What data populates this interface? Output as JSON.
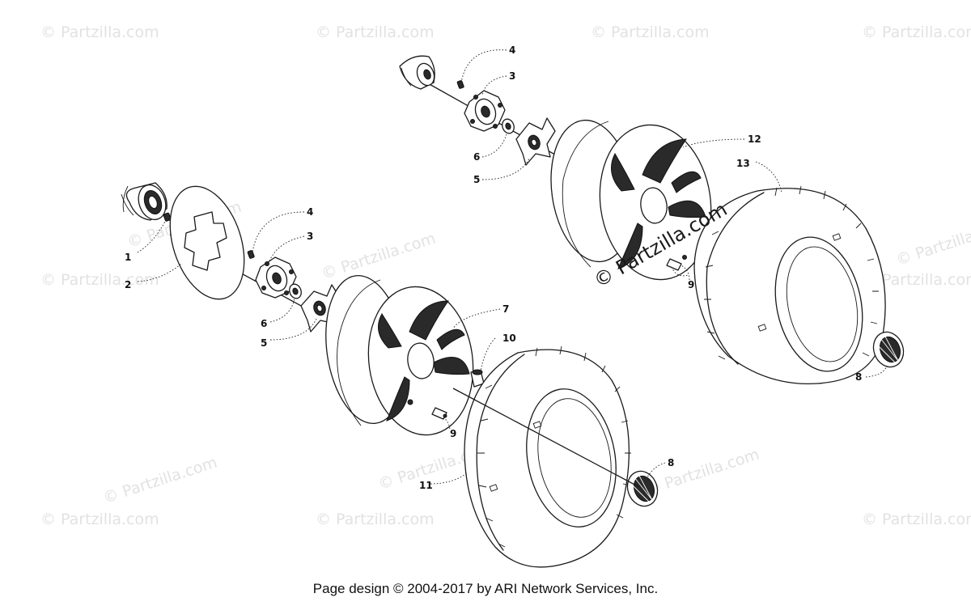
{
  "watermark": {
    "text": "© Partzilla.com",
    "center_text": "© Partzilla.com"
  },
  "callouts": {
    "c1": "1",
    "c2": "2",
    "c3a": "3",
    "c3b": "3",
    "c4a": "4",
    "c4b": "4",
    "c5a": "5",
    "c5b": "5",
    "c6a": "6",
    "c6b": "6",
    "c7": "7",
    "c8a": "8",
    "c8b": "8",
    "c9a": "9",
    "c9b": "9",
    "c10": "10",
    "c11": "11",
    "c12": "12",
    "c13": "13"
  },
  "footer": {
    "copyright": "Page design © 2004-2017 by ARI Network Services, Inc."
  }
}
